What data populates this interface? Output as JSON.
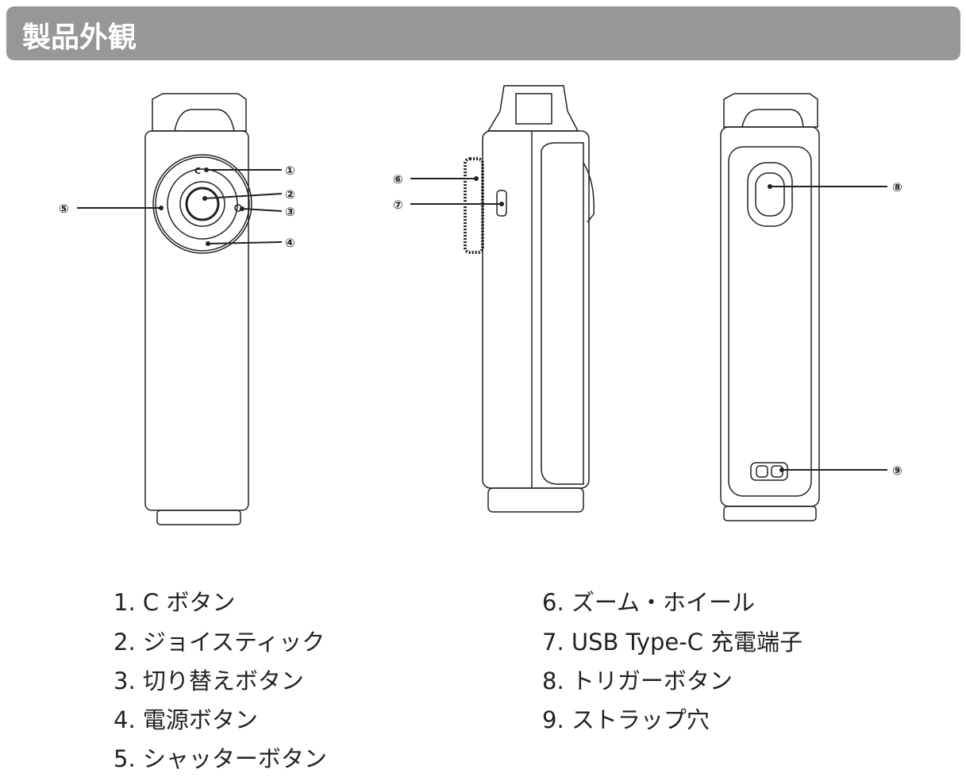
{
  "header": {
    "title": "製品外観"
  },
  "callouts": [
    "①",
    "②",
    "③",
    "④",
    "⑤",
    "⑥",
    "⑦",
    "⑧",
    "⑨"
  ],
  "legend": {
    "left": [
      "1. C ボタン",
      "2. ジョイスティック",
      "3. 切り替えボタン",
      "4. 電源ボタン",
      "5. シャッターボタン"
    ],
    "right": [
      "6. ズーム・ホイール",
      "7. USB Type-C 充電端子",
      "8. トリガーボタン",
      "9. ストラップ穴"
    ]
  }
}
